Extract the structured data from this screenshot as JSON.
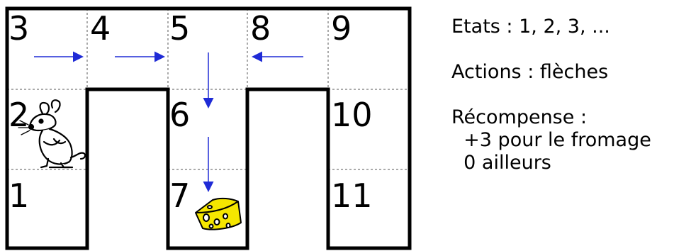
{
  "maze": {
    "states": [
      {
        "id": "state-1",
        "label": "1"
      },
      {
        "id": "state-2",
        "label": "2"
      },
      {
        "id": "state-3",
        "label": "3"
      },
      {
        "id": "state-4",
        "label": "4"
      },
      {
        "id": "state-5",
        "label": "5"
      },
      {
        "id": "state-6",
        "label": "6"
      },
      {
        "id": "state-7",
        "label": "7"
      },
      {
        "id": "state-8",
        "label": "8"
      },
      {
        "id": "state-9",
        "label": "9"
      },
      {
        "id": "state-10",
        "label": "10"
      },
      {
        "id": "state-11",
        "label": "11"
      }
    ],
    "arrows": [
      {
        "from": "3",
        "to": "4",
        "direction": "right"
      },
      {
        "from": "4",
        "to": "5",
        "direction": "right"
      },
      {
        "from": "8",
        "to": "5",
        "direction": "left"
      },
      {
        "from": "5",
        "to": "6",
        "direction": "down"
      },
      {
        "from": "6",
        "to": "7",
        "direction": "down"
      }
    ],
    "colors": {
      "wall": "#000000",
      "arrow": "#1f2bd6",
      "cheese": "#f5e600",
      "grid": "#555555"
    },
    "icons": {
      "mouse": "mouse-icon",
      "cheese": "cheese-icon"
    }
  },
  "legend": {
    "states_line": "Etats : 1, 2, 3, ...",
    "actions_line": "Actions : flèches",
    "reward_title": "Récompense :",
    "reward_cheese": "  +3 pour le fromage",
    "reward_other": "  0 ailleurs"
  }
}
